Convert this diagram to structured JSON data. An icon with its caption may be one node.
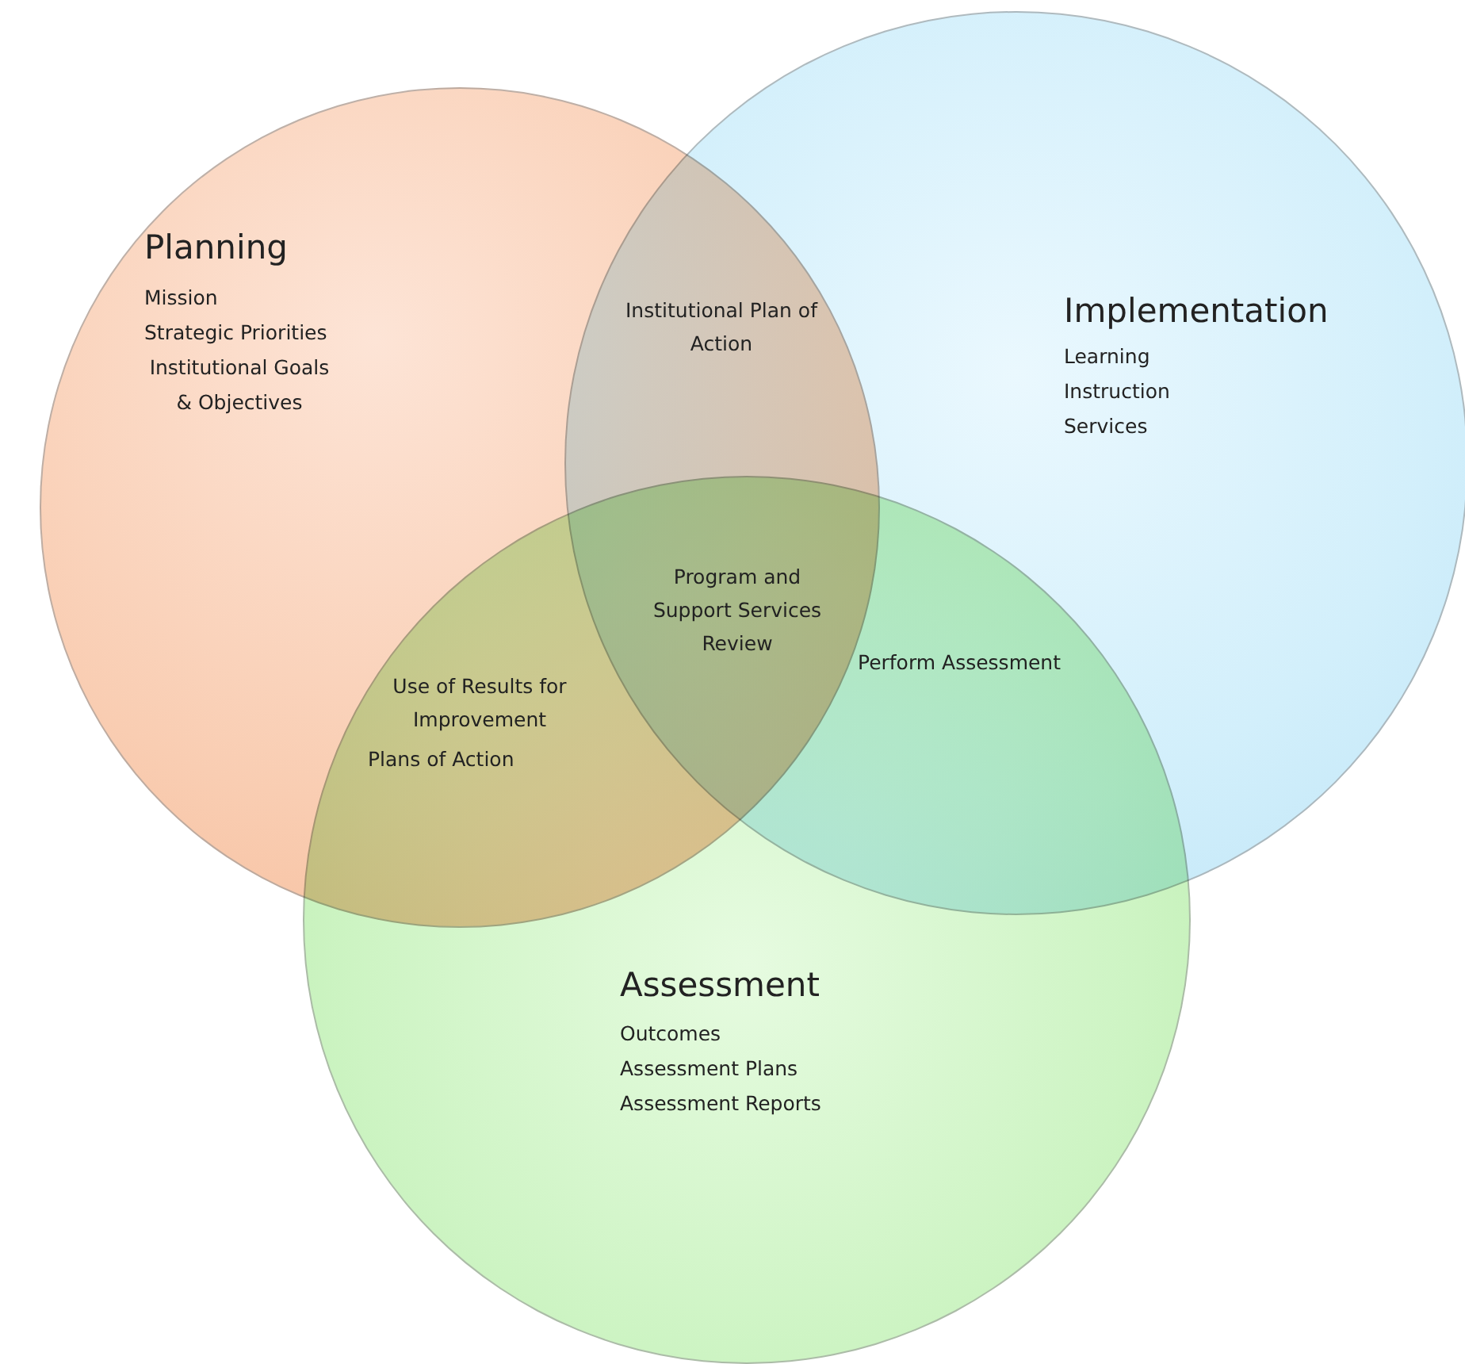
{
  "diagram": {
    "nodes": [
      {
        "text": [
          "Planning",
          "Mission",
          "Strategic Priorities",
          "Institutional Goals & Objectives"
        ]
      },
      {
        "text": [
          "Implementation",
          "Learning",
          "Instruction",
          "Services"
        ]
      },
      {
        "text": [
          "Assessment",
          "Outcomes",
          "Assessment Plans",
          "Assessment Reports"
        ]
      }
    ],
    "edges": [],
    "labels": [
      "Institutional Plan of Action",
      "Program and Support Services Review",
      "Use of Results for Improvement",
      "Plans of Action",
      "Perform Assessment"
    ]
  }
}
